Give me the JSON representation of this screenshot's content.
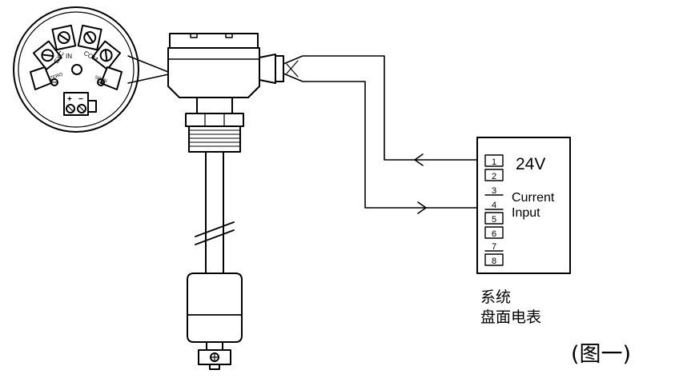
{
  "terminal_block": {
    "labels": [
      "EXC",
      "IN",
      "COM"
    ],
    "zero_label": "ZERO",
    "span_label": "SPAN",
    "plus": "+",
    "minus": "−"
  },
  "panel_meter": {
    "terminals": [
      "1",
      "2",
      "3",
      "4",
      "5",
      "6",
      "7",
      "8"
    ],
    "supply_label": "24V",
    "input_label_1": "Current",
    "input_label_2": "Input",
    "caption_line_1": "系统",
    "caption_line_2": "盘面电表"
  },
  "figure_label": "(图一)",
  "colors": {
    "line": "#000000",
    "background": "#ffffff",
    "fill": "#ffffff"
  }
}
